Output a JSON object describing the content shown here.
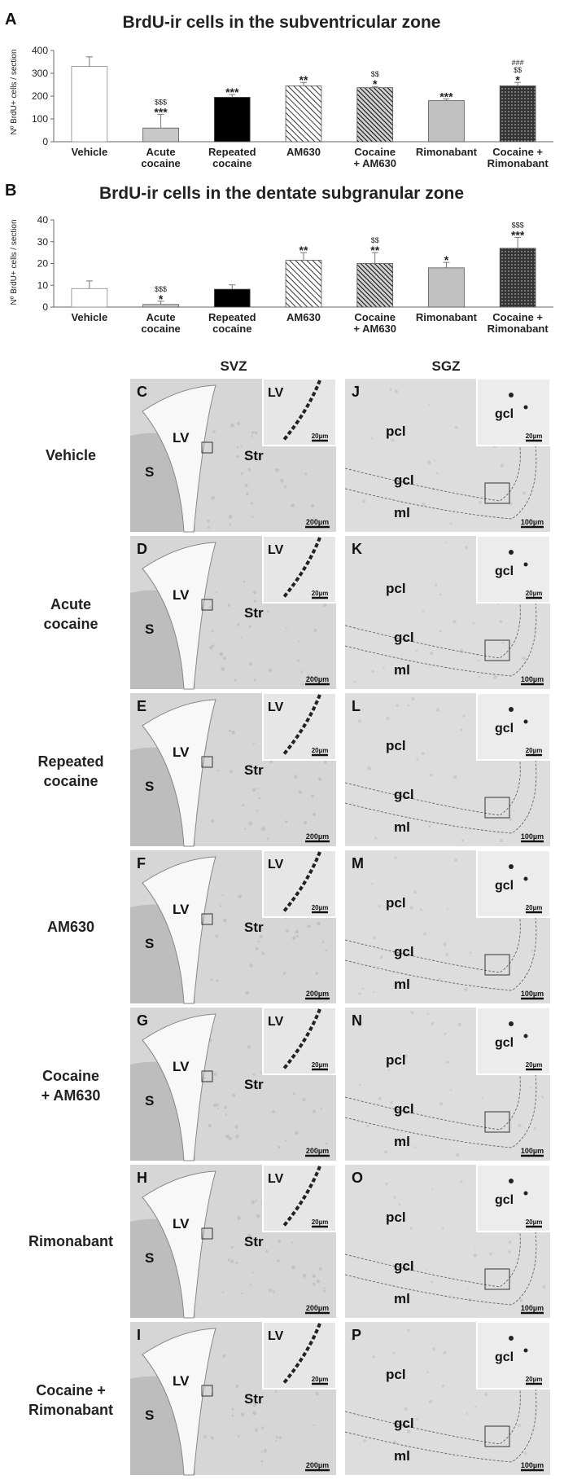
{
  "panel_letters": [
    "A",
    "B",
    "C",
    "D",
    "E",
    "F",
    "G",
    "H",
    "I",
    "J",
    "K",
    "L",
    "M",
    "N",
    "O",
    "P"
  ],
  "chart_data": [
    {
      "type": "bar",
      "panel": "A",
      "title": "BrdU-ir cells in the subventricular zone",
      "ylabel": "Nº BrdU+ cells / section",
      "xlabel": "",
      "ylim": [
        0,
        400
      ],
      "yticks": [
        0,
        100,
        200,
        300,
        400
      ],
      "grid": false,
      "categories": [
        {
          "line1": "Vehicle",
          "line2": ""
        },
        {
          "line1": "Acute",
          "line2": "cocaine"
        },
        {
          "line1": "Repeated",
          "line2": "cocaine"
        },
        {
          "line1": "AM630",
          "line2": ""
        },
        {
          "line1": "Cocaine",
          "line2": "+ AM630"
        },
        {
          "line1": "Rimonabant",
          "line2": ""
        },
        {
          "line1": "Cocaine +",
          "line2": "Rimonabant"
        }
      ],
      "values": [
        330,
        60,
        195,
        245,
        237,
        180,
        245
      ],
      "errors": [
        42,
        60,
        12,
        15,
        5,
        8,
        15
      ],
      "fills": [
        "white",
        "#c8c8c8",
        "#000000",
        "hatch",
        "hatch-dark",
        "#c0c0c0",
        "grid-dark"
      ],
      "annotations": [
        [],
        [
          "$$$",
          "***"
        ],
        [
          "***"
        ],
        [
          "**"
        ],
        [
          "$$",
          "*"
        ],
        [
          "***"
        ],
        [
          "###",
          "$$",
          "*"
        ]
      ]
    },
    {
      "type": "bar",
      "panel": "B",
      "title": "BrdU-ir cells in the dentate subgranular zone",
      "ylabel": "Nº BrdU+ cells / section",
      "xlabel": "",
      "ylim": [
        0,
        40
      ],
      "yticks": [
        0,
        10,
        20,
        30,
        40
      ],
      "grid": false,
      "categories": [
        {
          "line1": "Vehicle",
          "line2": ""
        },
        {
          "line1": "Acute",
          "line2": "cocaine"
        },
        {
          "line1": "Repeated",
          "line2": "cocaine"
        },
        {
          "line1": "AM630",
          "line2": ""
        },
        {
          "line1": "Cocaine",
          "line2": "+ AM630"
        },
        {
          "line1": "Rimonabant",
          "line2": ""
        },
        {
          "line1": "Cocaine +",
          "line2": "Rimonabant"
        }
      ],
      "values": [
        8.5,
        1.2,
        8.2,
        21.5,
        20,
        18,
        27
      ],
      "errors": [
        3.5,
        1.5,
        2,
        3.5,
        5,
        2.5,
        5
      ],
      "fills": [
        "white",
        "#c8c8c8",
        "#000000",
        "hatch",
        "hatch-dark",
        "#c0c0c0",
        "grid-dark"
      ],
      "annotations": [
        [],
        [
          "$$$",
          "*"
        ],
        [],
        [
          "**"
        ],
        [
          "$$",
          "**"
        ],
        [
          "*"
        ],
        [
          "$$$",
          "***"
        ]
      ]
    }
  ],
  "micrographs": {
    "columns": [
      "SVZ",
      "SGZ"
    ],
    "rows": [
      {
        "label1": "Vehicle",
        "label2": ""
      },
      {
        "label1": "Acute",
        "label2": "cocaine"
      },
      {
        "label1": "Repeated",
        "label2": "cocaine"
      },
      {
        "label1": "AM630",
        "label2": ""
      },
      {
        "label1": "Cocaine",
        "label2": "+ AM630"
      },
      {
        "label1": "Rimonabant",
        "label2": ""
      },
      {
        "label1": "Cocaine +",
        "label2": "Rimonabant"
      }
    ],
    "svz_letters": [
      "C",
      "D",
      "E",
      "F",
      "G",
      "H",
      "I"
    ],
    "sgz_letters": [
      "J",
      "K",
      "L",
      "M",
      "N",
      "O",
      "P"
    ],
    "svz_labels": {
      "lv": "LV",
      "s": "S",
      "str": "Str"
    },
    "sgz_labels": {
      "pcl": "pcl",
      "gcl": "gcl",
      "ml": "ml"
    },
    "scales": {
      "svz_main": "200µm",
      "sgz_main": "100µm",
      "inset": "20µm"
    }
  }
}
